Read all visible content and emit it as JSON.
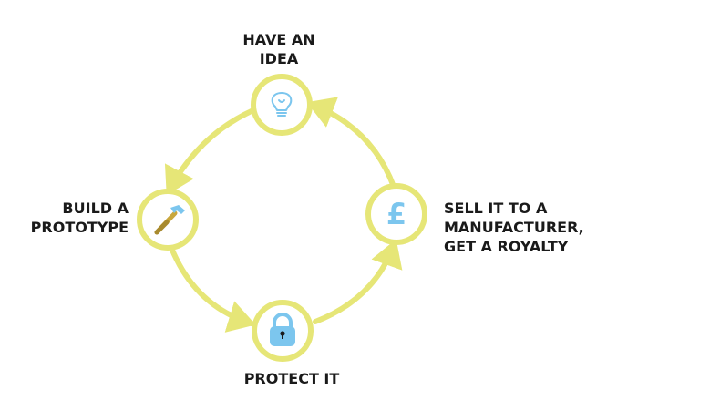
{
  "colors": {
    "ring": "#E6E677",
    "icon": "#7CC6EE",
    "text": "#1a1a1a",
    "background": "#ffffff"
  },
  "steps": [
    {
      "id": "idea",
      "icon": "lightbulb-icon",
      "label_lines": [
        "HAVE AN",
        "IDEA"
      ]
    },
    {
      "id": "build",
      "icon": "hammer-icon",
      "label_lines": [
        "BUILD A",
        "PROTOTYPE"
      ]
    },
    {
      "id": "protect",
      "icon": "padlock-icon",
      "label_lines": [
        "PROTECT IT"
      ]
    },
    {
      "id": "sell",
      "icon": "pound-sign-icon",
      "label_lines": [
        "SELL IT TO A",
        "MANUFACTURER,",
        "GET A ROYALTY"
      ]
    }
  ],
  "flow": [
    [
      "idea",
      "build"
    ],
    [
      "build",
      "protect"
    ],
    [
      "protect",
      "sell"
    ],
    [
      "sell",
      "idea"
    ]
  ],
  "icons": {
    "pound_glyph": "£"
  }
}
